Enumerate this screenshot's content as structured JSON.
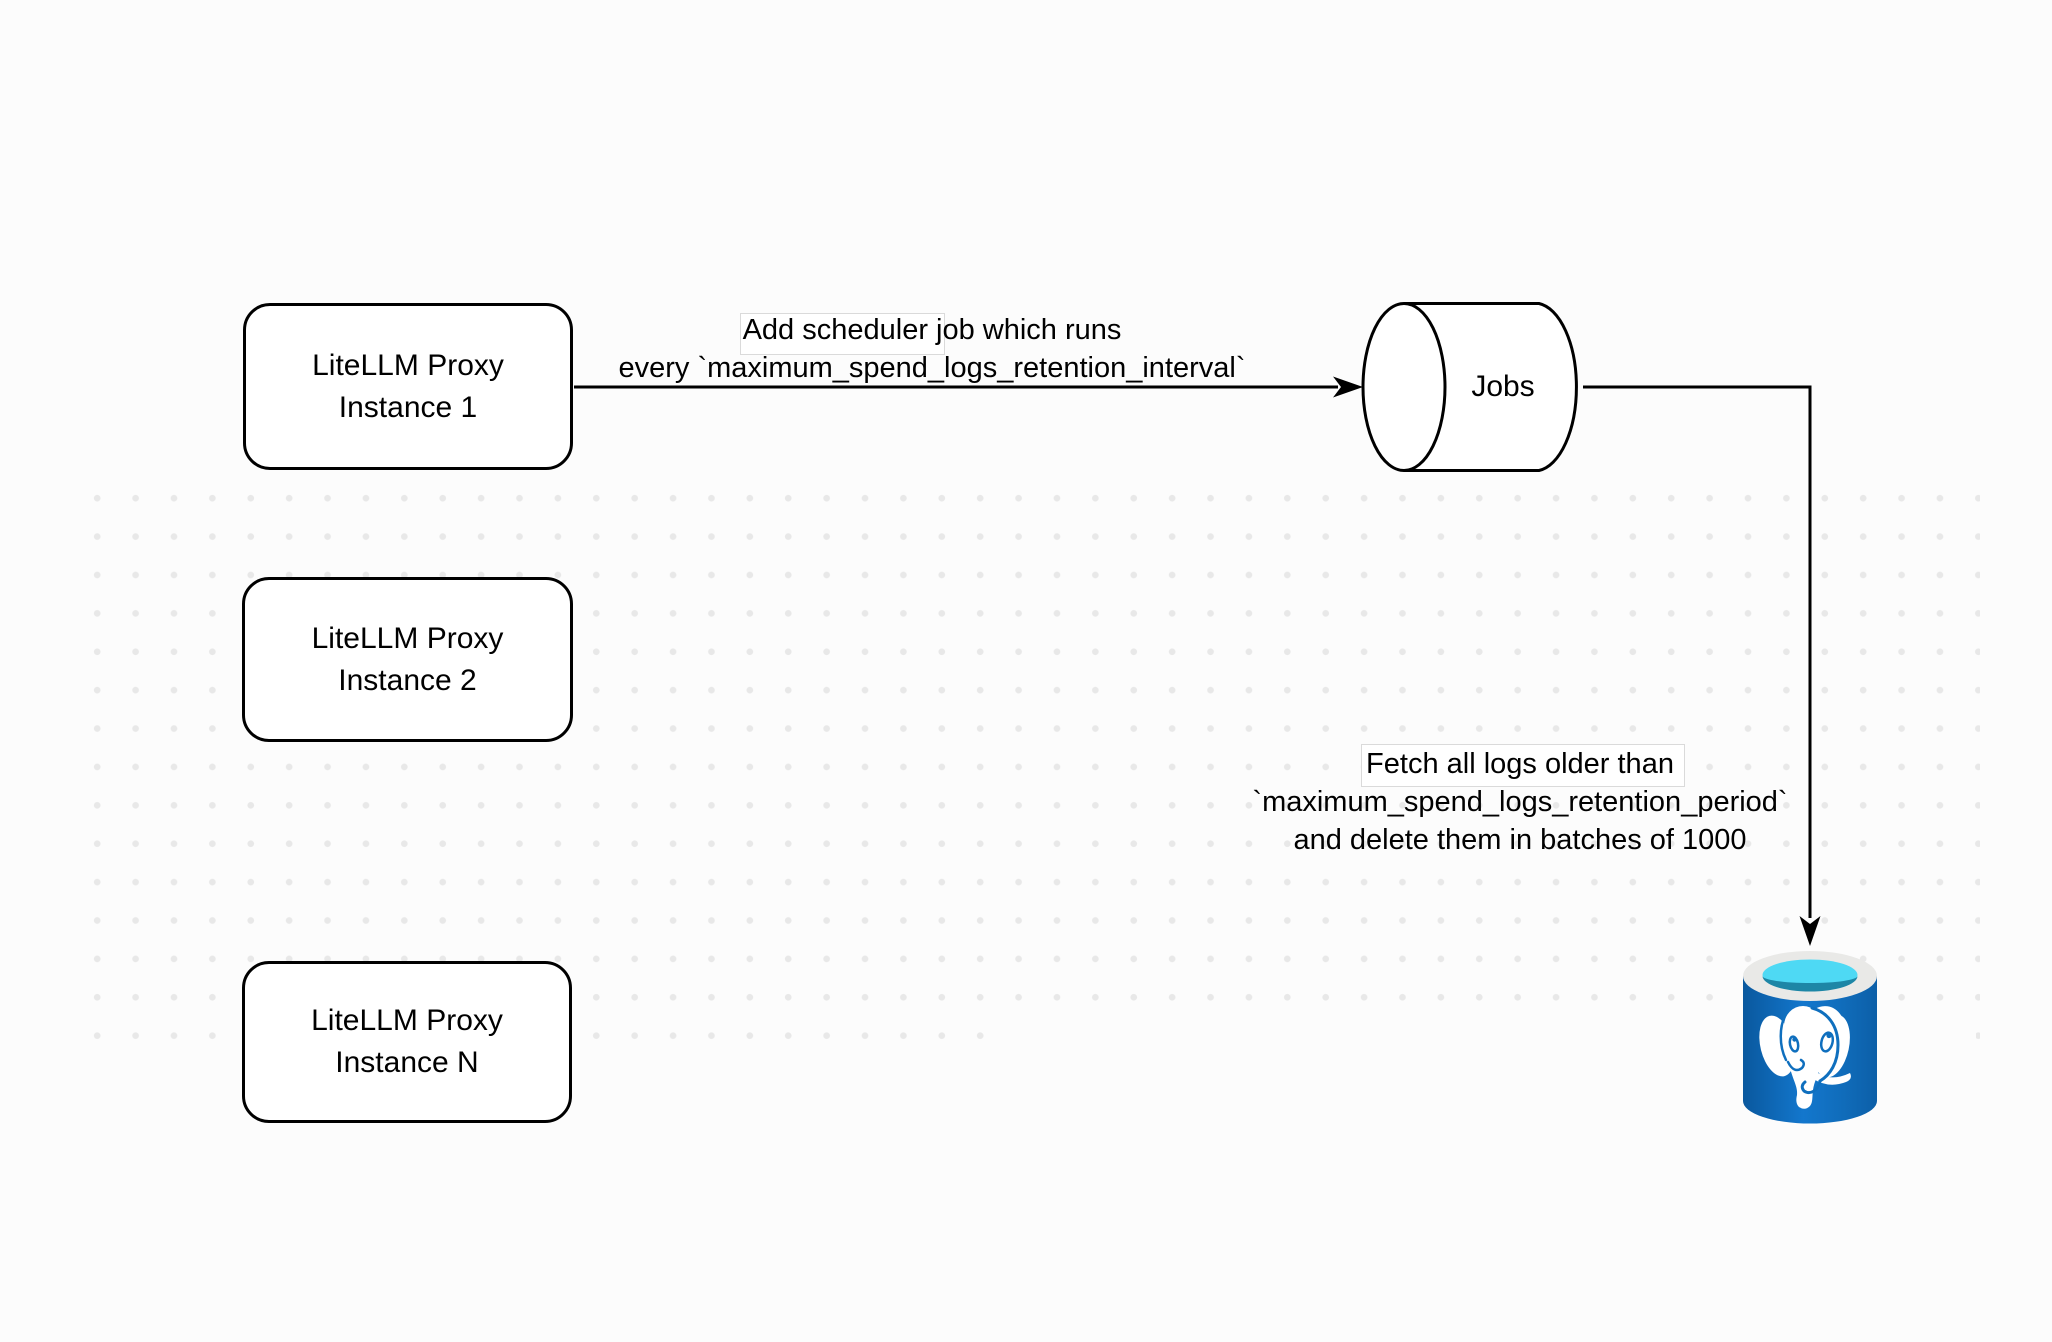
{
  "canvas": {
    "background_color": "#fcfcfc",
    "grid_dot_color": "#e8e8e8"
  },
  "nodes": {
    "proxy_instances": [
      {
        "line1": "LiteLLM Proxy",
        "line2": "Instance 1"
      },
      {
        "line1": "LiteLLM Proxy",
        "line2": "Instance 2"
      },
      {
        "line1": "LiteLLM Proxy",
        "line2": "Instance N"
      }
    ],
    "jobs_queue": {
      "label": "Jobs"
    },
    "postgres_db": {
      "icon": "postgresql-database-icon",
      "body_color": "#1173c5",
      "body_dark_color": "#0b5ca4",
      "rim_color": "#e9e9e7",
      "water_color": "#4ed9f4",
      "inner_teal_color": "#1d86a6",
      "elephant_color": "#ffffff"
    }
  },
  "edges": {
    "add_scheduler": {
      "line1": "Add scheduler job which runs",
      "line2": "every `maximum_spend_logs_retention_interval`"
    },
    "fetch_delete": {
      "line1": "Fetch all logs older than",
      "line2": "`maximum_spend_logs_retention_period`",
      "line3": "and delete them in batches of 1000"
    }
  }
}
